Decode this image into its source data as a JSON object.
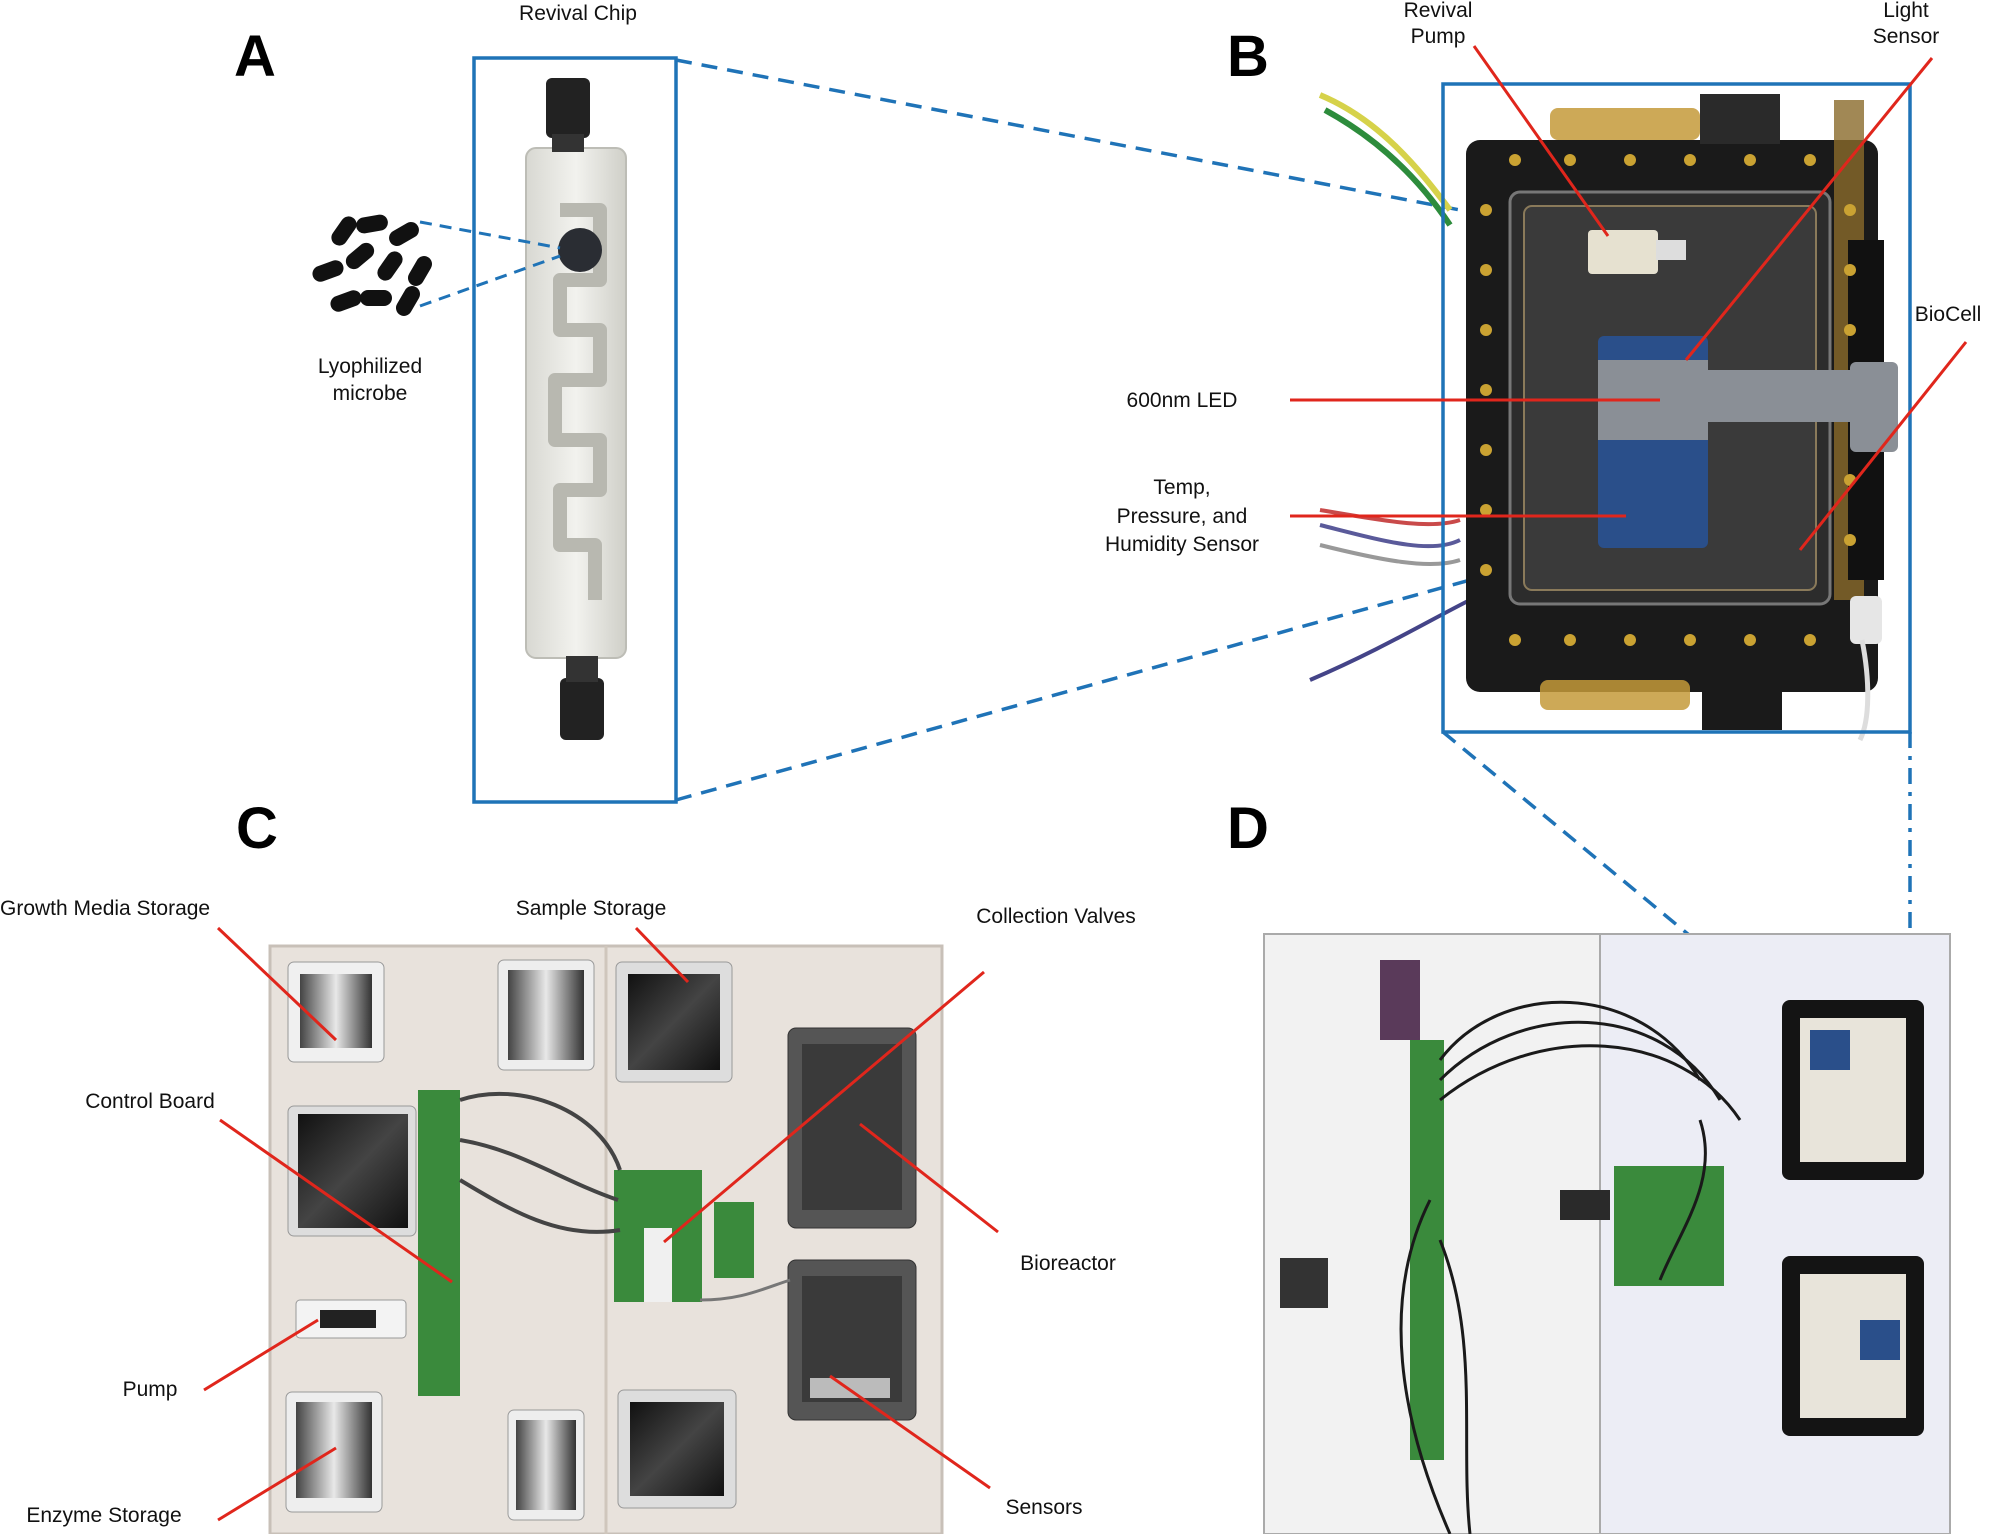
{
  "panels": {
    "a": "A",
    "b": "B",
    "c": "C",
    "d": "D"
  },
  "labels": {
    "revival_chip": "Revival Chip",
    "lyophilized_microbe_line1": "Lyophilized",
    "lyophilized_microbe_line2": "microbe",
    "revival_pump_line1": "Revival",
    "revival_pump_line2": "Pump",
    "light_sensor_line1": "Light",
    "light_sensor_line2": "Sensor",
    "biocell": "BioCell",
    "led_600nm": "600nm LED",
    "temp_sensor_line1": "Temp,",
    "temp_sensor_line2": "Pressure, and",
    "temp_sensor_line3": "Humidity Sensor",
    "growth_media_storage": "Growth Media Storage",
    "sample_storage": "Sample Storage",
    "collection_valves": "Collection Valves",
    "control_board": "Control Board",
    "bioreactor": "Bioreactor",
    "pump": "Pump",
    "enzyme_storage": "Enzyme Storage",
    "sensors": "Sensors"
  },
  "colors": {
    "callout_blue": "#1f73b7",
    "leader_red": "#e0261c",
    "board_green": "#3a8a3c",
    "panel_bg": "#e8e2dc",
    "device_black": "#1a1a1a"
  }
}
